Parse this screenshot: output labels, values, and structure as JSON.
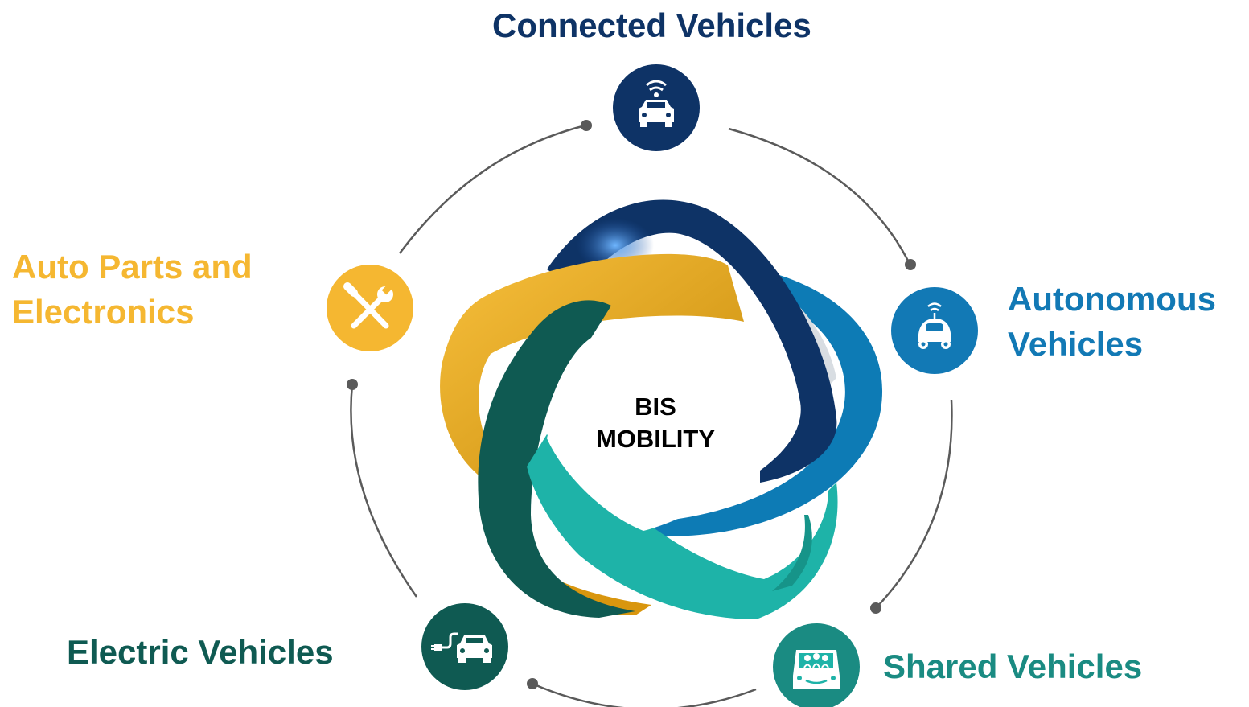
{
  "center": {
    "line1": "BIS",
    "line2": "MOBILITY"
  },
  "segments": [
    {
      "id": "connected",
      "lines": [
        "Connected Vehicles"
      ],
      "color": "#0e3366",
      "icon": "connected-car-icon"
    },
    {
      "id": "autonomous",
      "lines": [
        "Autonomous",
        "Vehicles"
      ],
      "color": "#1279b5",
      "icon": "autonomous-car-icon"
    },
    {
      "id": "shared",
      "lines": [
        "Shared Vehicles"
      ],
      "color": "#1a8b82",
      "icon": "shared-car-icon"
    },
    {
      "id": "electric",
      "lines": [
        "Electric Vehicles"
      ],
      "color": "#0f5a52",
      "icon": "electric-car-icon"
    },
    {
      "id": "autoparts",
      "lines": [
        "Auto Parts and",
        "Electronics"
      ],
      "color": "#f5b731",
      "icon": "tools-icon"
    }
  ],
  "ribbon_colors": {
    "navy": "#0e3366",
    "blue": "#0d7bb5",
    "teal": "#1eb3a8",
    "dark_teal": "#0f5a52",
    "gold": "#f5b731"
  }
}
